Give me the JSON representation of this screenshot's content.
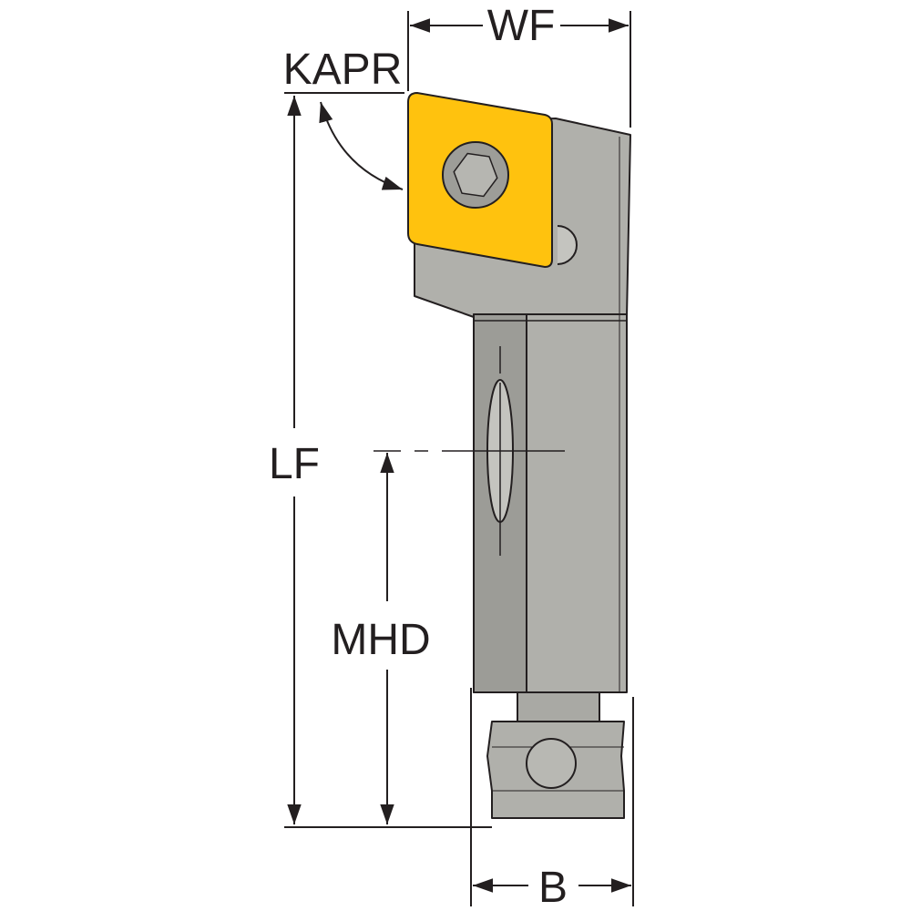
{
  "dimensions": {
    "wf": "WF",
    "kapr": "KAPR",
    "lf": "LF",
    "mhd": "MHD",
    "b": "B"
  },
  "colors": {
    "body": "#b0b0ab",
    "body_dark": "#8f8f8a",
    "body_light": "#c4c4bf",
    "insert": "#ffc20e",
    "screw": "#9d9d98",
    "line": "#231f20"
  }
}
